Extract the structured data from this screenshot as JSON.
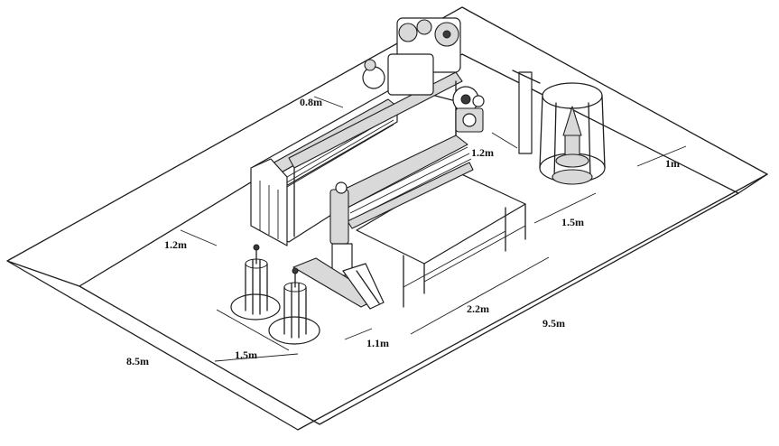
{
  "labels": {
    "d_0_8": "0.8m",
    "d_1_2_top": "1.2m",
    "d_1_m": "1m",
    "d_1_2_left": "1.2m",
    "d_1_5_right": "1.5m",
    "d_2_2": "2.2m",
    "d_9_5": "9.5m",
    "d_1_1": "1.1m",
    "d_1_5_left": "1.5m",
    "d_8_5": "8.5m"
  },
  "colors": {
    "line": "#1e1e1e",
    "background": "#ffffff",
    "machine_fill": "#d9d9d9"
  }
}
